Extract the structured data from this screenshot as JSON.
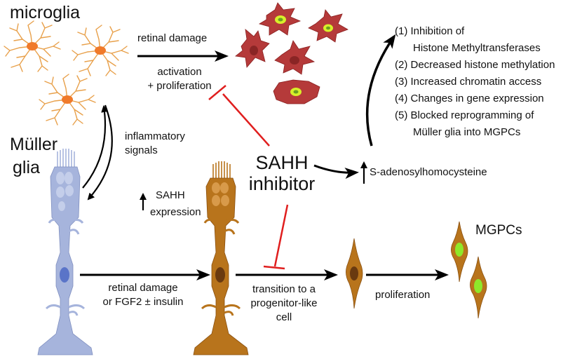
{
  "labels": {
    "microglia": "microglia",
    "muller_glia": [
      "Müller",
      "glia"
    ],
    "retinal_damage_top": "retinal damage",
    "activation": [
      "activation",
      "+ proliferation"
    ],
    "inflammatory": [
      "inflammatory",
      "signals"
    ],
    "sahh_expression": [
      "SAHH",
      "expression"
    ],
    "inhibitor": [
      "SAHH",
      "inhibitor"
    ],
    "s_adenosyl": "S-adenosylhomocysteine",
    "bottom_damage": [
      "retinal damage",
      "or FGF2 ± insulin"
    ],
    "transition": [
      "transition to a",
      "progenitor-like",
      "cell"
    ],
    "proliferation": "proliferation",
    "mgpcs": "MGPCs"
  },
  "effects": [
    "(1) Inhibition of",
    "Histone Methyltransferases",
    "(2) Decreased histone methylation",
    "(3) Increased chromatin access",
    "(4) Changes in gene expression",
    "(5) Blocked reprogramming of",
    "Müller glia into MGPCs"
  ],
  "colors": {
    "microglia_branch": "#e8a04a",
    "microglia_soma": "#f07a2a",
    "activated_cell": "#b53a3a",
    "activated_nucleus": "#d8ef2a",
    "muller_resting": "#a6b4dc",
    "muller_nucleus": "#5a74c8",
    "muller_reactive": "#b8741c",
    "reactive_nucleus": "#6a3a10",
    "mgpc_nucleus": "#8ee82a",
    "inhibit_red": "#e01e1e",
    "arrow_black": "#000000"
  }
}
